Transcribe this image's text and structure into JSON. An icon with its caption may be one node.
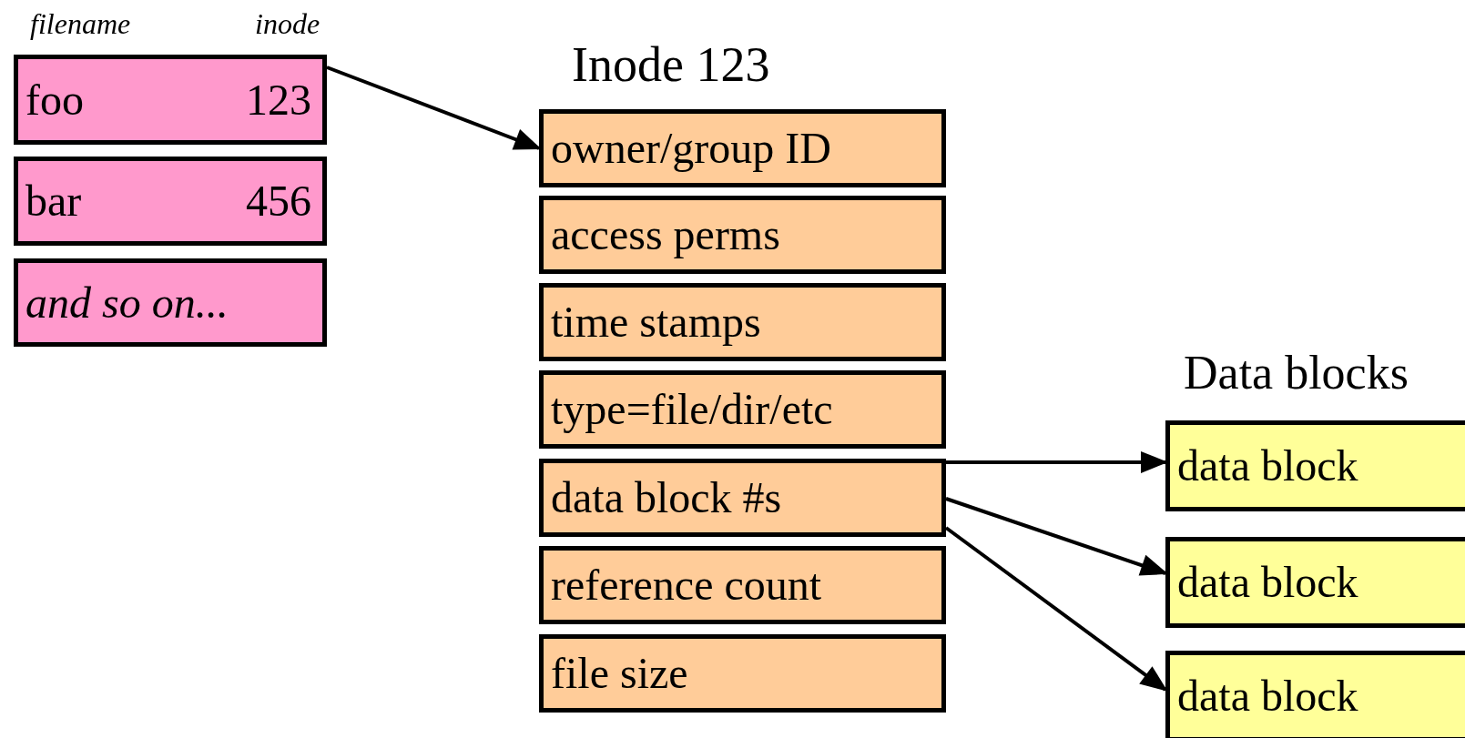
{
  "diagram": {
    "nodes": [
      {
        "text": [
          "foo",
          "123"
        ]
      },
      {
        "text": [
          "bar",
          "456"
        ]
      },
      {
        "text": [
          "and so on..."
        ]
      },
      {
        "text": [
          "owner/group ID"
        ]
      },
      {
        "text": [
          "access perms"
        ]
      },
      {
        "text": [
          "time stamps"
        ]
      },
      {
        "text": [
          "type=file/dir/etc"
        ]
      },
      {
        "text": [
          "data block #s"
        ]
      },
      {
        "text": [
          "reference count"
        ]
      },
      {
        "text": [
          "file size"
        ]
      },
      {
        "text": [
          "data block"
        ]
      },
      {
        "text": [
          "data block"
        ]
      },
      {
        "text": [
          "data block"
        ]
      }
    ],
    "edges": [
      {
        "from": 0,
        "to": 3,
        "arrow": "to"
      },
      {
        "from": 7,
        "to": 10,
        "arrow": "to"
      },
      {
        "from": 7,
        "to": 11,
        "arrow": "to"
      },
      {
        "from": 7,
        "to": 12,
        "arrow": "to"
      }
    ],
    "labels": [
      "filename",
      "inode",
      "Inode 123",
      "Data blocks"
    ]
  }
}
